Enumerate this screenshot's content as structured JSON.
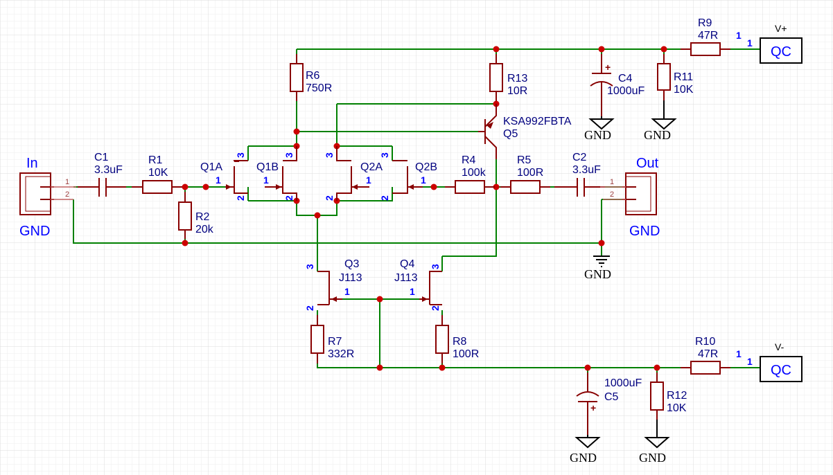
{
  "connectors": {
    "input": {
      "title": "In",
      "gnd": "GND",
      "pin1": "1",
      "pin2": "2"
    },
    "output": {
      "title": "Out",
      "gnd": "GND",
      "pin1": "1",
      "pin2": "2"
    },
    "vplus": {
      "label": "V+",
      "body": "QC",
      "pin": "1"
    },
    "vminus": {
      "label": "V-",
      "body": "QC",
      "pin": "1"
    }
  },
  "resistors": {
    "r1": {
      "ref": "R1",
      "value": "10K"
    },
    "r2": {
      "ref": "R2",
      "value": "20k"
    },
    "r4": {
      "ref": "R4",
      "value": "100k"
    },
    "r5": {
      "ref": "R5",
      "value": "100R"
    },
    "r6": {
      "ref": "R6",
      "value": "750R"
    },
    "r7": {
      "ref": "R7",
      "value": "332R"
    },
    "r8": {
      "ref": "R8",
      "value": "100R"
    },
    "r9": {
      "ref": "R9",
      "value": "47R",
      "pin": "1"
    },
    "r10": {
      "ref": "R10",
      "value": "47R",
      "pin": "1"
    },
    "r11": {
      "ref": "R11",
      "value": "10K"
    },
    "r12": {
      "ref": "R12",
      "value": "10K"
    },
    "r13": {
      "ref": "R13",
      "value": "10R"
    }
  },
  "capacitors": {
    "c1": {
      "ref": "C1",
      "value": "3.3uF"
    },
    "c2": {
      "ref": "C2",
      "value": "3.3uF"
    },
    "c4": {
      "ref": "C4",
      "value": "1000uF",
      "polarity": "+"
    },
    "c5": {
      "ref": "C5",
      "value": "1000uF",
      "polarity": "+"
    }
  },
  "transistors": {
    "q1a": {
      "ref": "Q1A",
      "pin_g": "1",
      "pin_d": "3",
      "pin_s": "2"
    },
    "q1b": {
      "ref": "Q1B",
      "pin_g": "1",
      "pin_d": "3",
      "pin_s": "2"
    },
    "q2a": {
      "ref": "Q2A",
      "pin_g": "1",
      "pin_d": "3",
      "pin_s": "2"
    },
    "q2b": {
      "ref": "Q2B",
      "pin_g": "1",
      "pin_d": "3",
      "pin_s": "2"
    },
    "q3": {
      "ref": "Q3",
      "part": "J113",
      "pin_g": "1",
      "pin_d": "3",
      "pin_s": "2"
    },
    "q4": {
      "ref": "Q4",
      "part": "J113",
      "pin_g": "1",
      "pin_d": "3",
      "pin_s": "2"
    },
    "q5": {
      "ref": "Q5",
      "part": "KSA992FBTA"
    }
  },
  "ground_label": "GND",
  "colors": {
    "wire": "#008000",
    "component": "#880000",
    "junction": "#cc0000",
    "label": "#00007f",
    "pin_number": "#0000ff",
    "grid": "#e6e6e6"
  }
}
